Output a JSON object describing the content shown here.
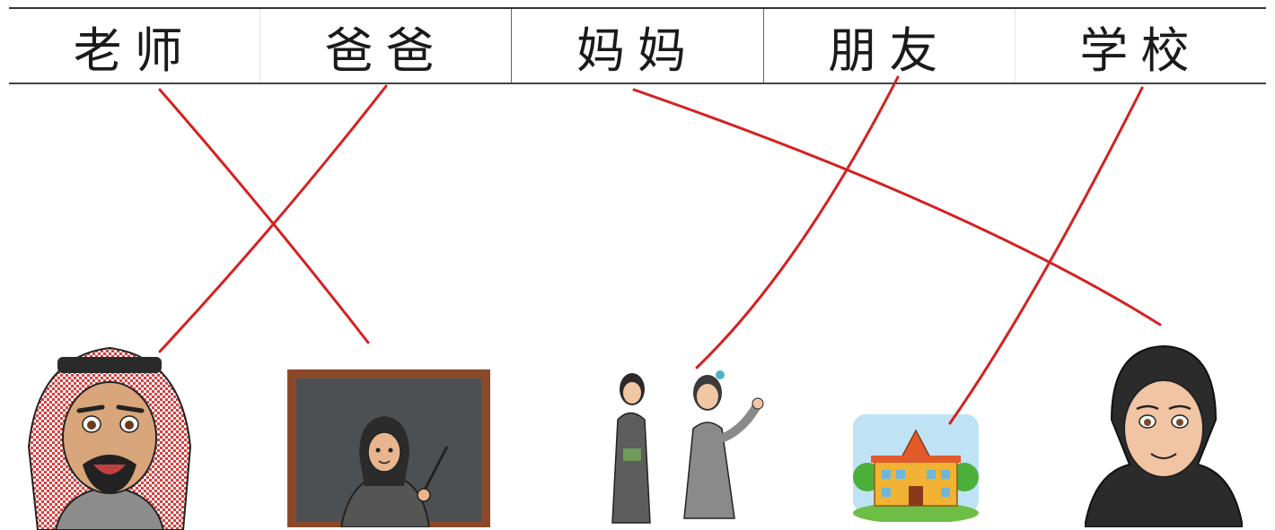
{
  "words": [
    "老师",
    "爸爸",
    "妈妈",
    "朋友",
    "学校"
  ],
  "pictures": [
    {
      "name": "man-in-headscarf-icon"
    },
    {
      "name": "teacher-at-blackboard-icon"
    },
    {
      "name": "two-girls-friends-icon"
    },
    {
      "name": "school-building-icon"
    },
    {
      "name": "woman-in-hijab-icon"
    }
  ],
  "colors": {
    "line": "#d42121",
    "text": "#1a1a1a"
  }
}
